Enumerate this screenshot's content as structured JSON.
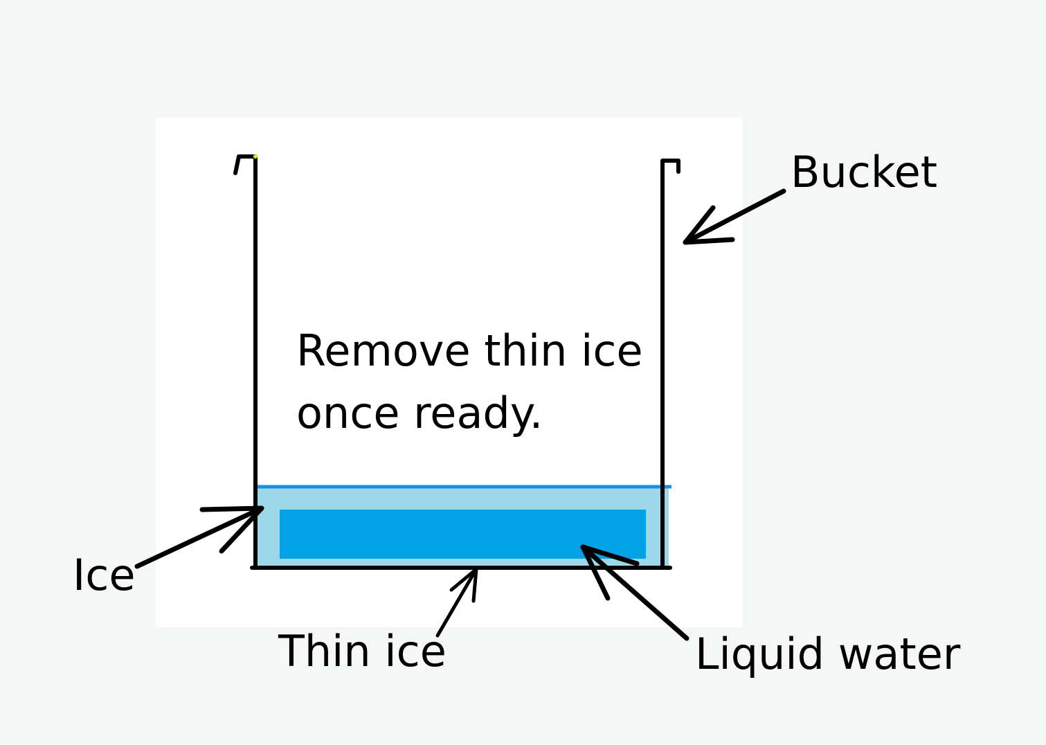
{
  "labels": {
    "bucket": "Bucket",
    "ice": "Ice",
    "thin_ice": "Thin ice",
    "liquid_water": "Liquid water"
  },
  "instruction": {
    "line1": "Remove thin ice",
    "line2": "once ready."
  },
  "colors": {
    "page_background": "#f5f7f7",
    "panel_background": "#ffffff",
    "bucket_outline": "#000000",
    "ice": "#9dd8ea",
    "liquid_water": "#03a2e6",
    "surface_line": "#1c8fe0"
  }
}
